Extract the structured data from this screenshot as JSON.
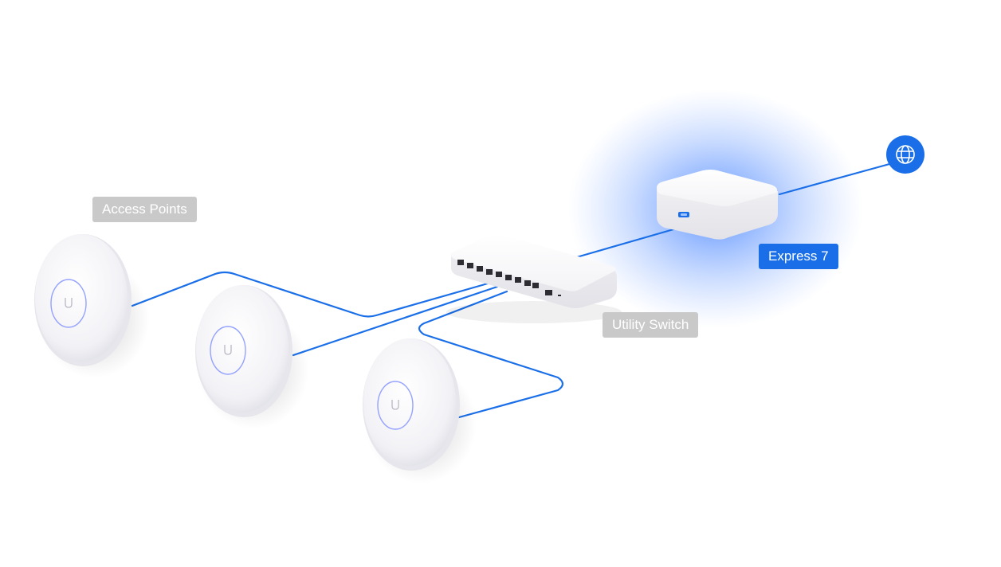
{
  "labels": {
    "access_points": "Access Points",
    "utility_switch": "Utility Switch",
    "express": "Express 7"
  },
  "colors": {
    "link": "#1a6fe8",
    "glow": "#3d7cff",
    "label_grey": "#c9c9c9",
    "label_blue": "#1a6fe8",
    "device_white": "#f4f4f7",
    "ap_ring": "#7c8cff"
  },
  "icons": {
    "internet": "globe-icon",
    "ap_logo": "ubiquiti-u-icon"
  }
}
